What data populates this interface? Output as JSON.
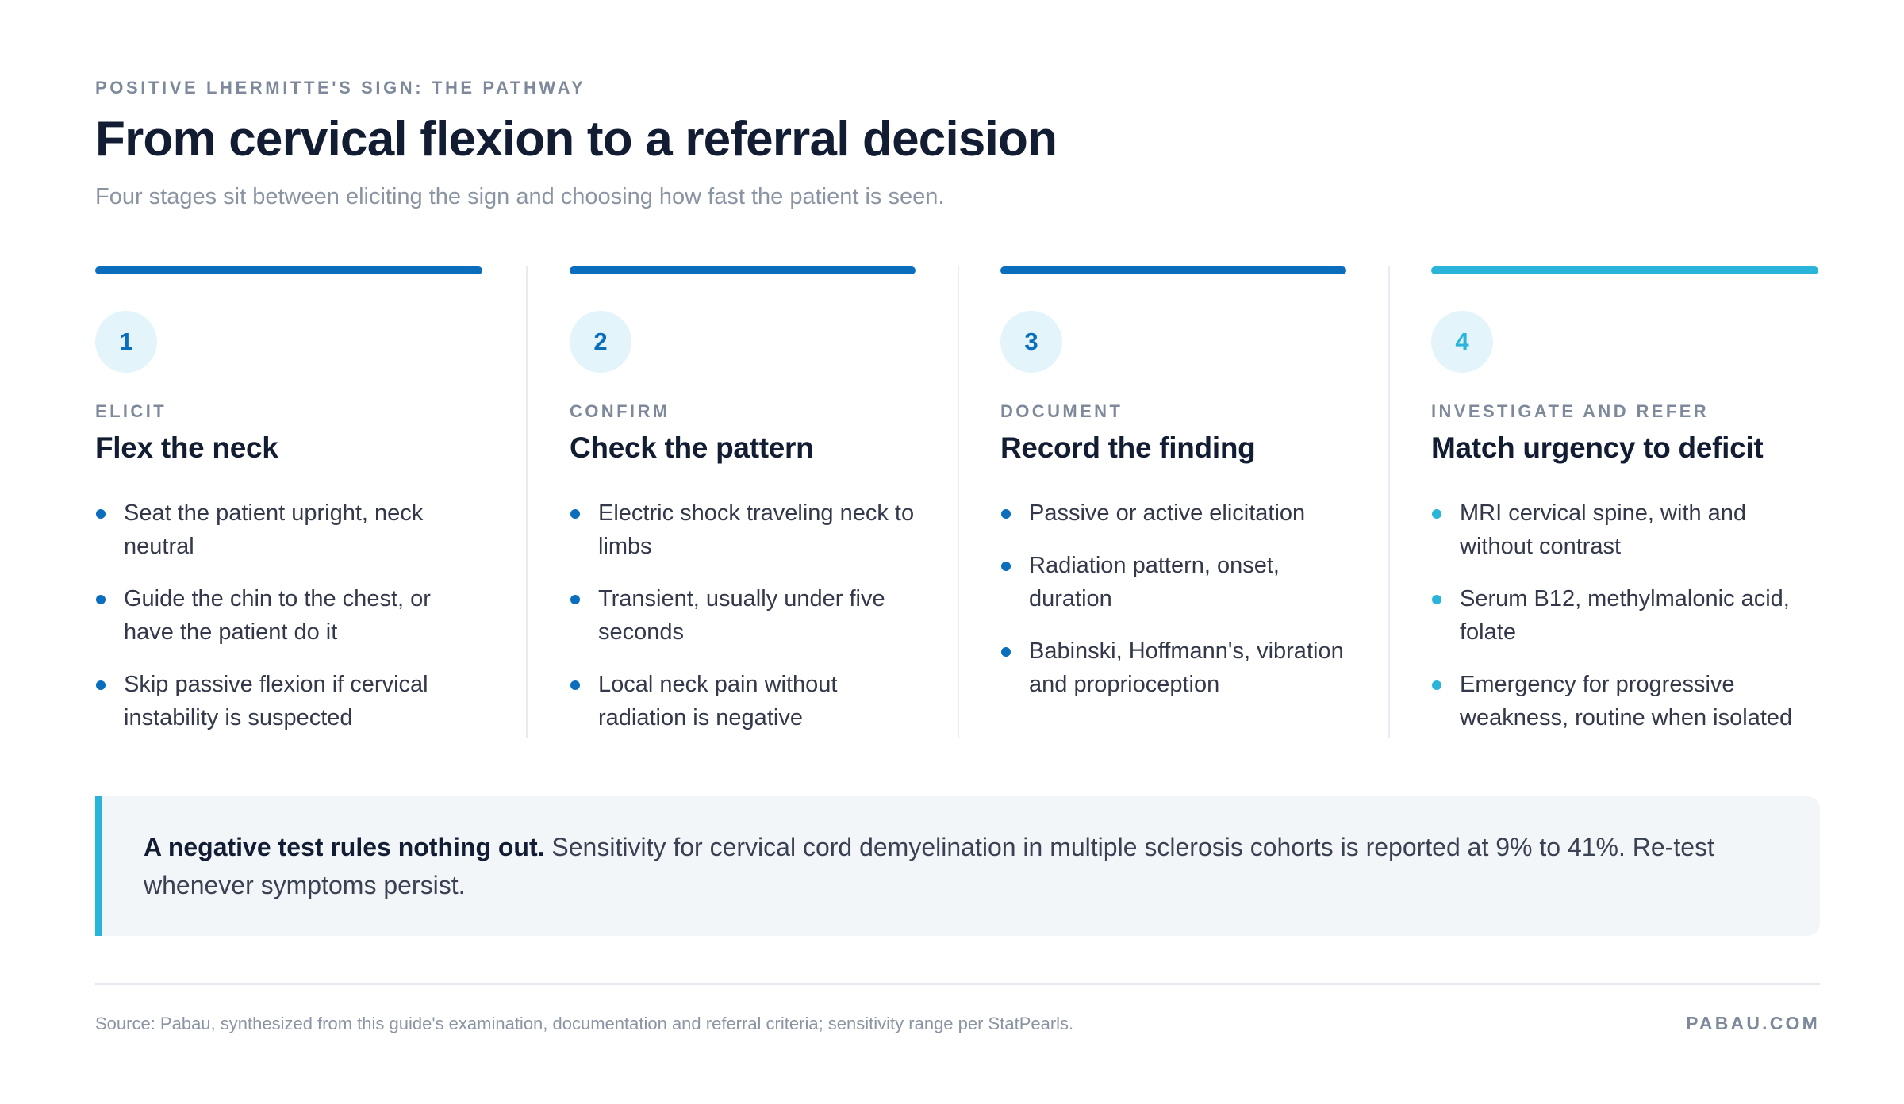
{
  "header": {
    "eyebrow": "POSITIVE LHERMITTE'S SIGN: THE PATHWAY",
    "title": "From cervical flexion to a referral decision",
    "subtitle": "Four stages sit between eliciting the sign and choosing how fast the patient is seen."
  },
  "stages": [
    {
      "number": "1",
      "label": "ELICIT",
      "heading": "Flex the neck",
      "accent": "#0a6ebd",
      "badge_bg": "#e4f4fb",
      "badge_text": "#0a6ebd",
      "items": [
        "Seat the patient upright, neck neutral",
        "Guide the chin to the chest, or have the patient do it",
        "Skip passive flexion if cervical instability is suspected"
      ]
    },
    {
      "number": "2",
      "label": "CONFIRM",
      "heading": "Check the pattern",
      "accent": "#0a6ebd",
      "badge_bg": "#e4f4fb",
      "badge_text": "#0a6ebd",
      "items": [
        "Electric shock traveling neck to limbs",
        "Transient, usually under five seconds",
        "Local neck pain without radiation is negative"
      ]
    },
    {
      "number": "3",
      "label": "DOCUMENT",
      "heading": "Record the finding",
      "accent": "#0a6ebd",
      "badge_bg": "#e4f4fb",
      "badge_text": "#0a6ebd",
      "items": [
        "Passive or active elicitation",
        "Radiation pattern, onset, duration",
        "Babinski, Hoffmann's, vibration and proprioception"
      ]
    },
    {
      "number": "4",
      "label": "INVESTIGATE AND REFER",
      "heading": "Match urgency to deficit",
      "accent": "#2ab4da",
      "badge_bg": "#e4f4fb",
      "badge_text": "#2ab4da",
      "items": [
        "MRI cervical spine, with and without contrast",
        "Serum B12, methylmalonic acid, folate",
        "Emergency for progressive weakness, routine when isolated"
      ]
    }
  ],
  "callout": {
    "lead": "A negative test rules nothing out.",
    "text": "Sensitivity for cervical cord demyelination in multiple sclerosis cohorts is reported at 9% to 41%. Re-test whenever symptoms persist."
  },
  "footer": {
    "source": "Source: Pabau, synthesized from this guide's examination, documentation and referral criteria; sensitivity range per StatPearls.",
    "brand": "PABAU.COM"
  }
}
